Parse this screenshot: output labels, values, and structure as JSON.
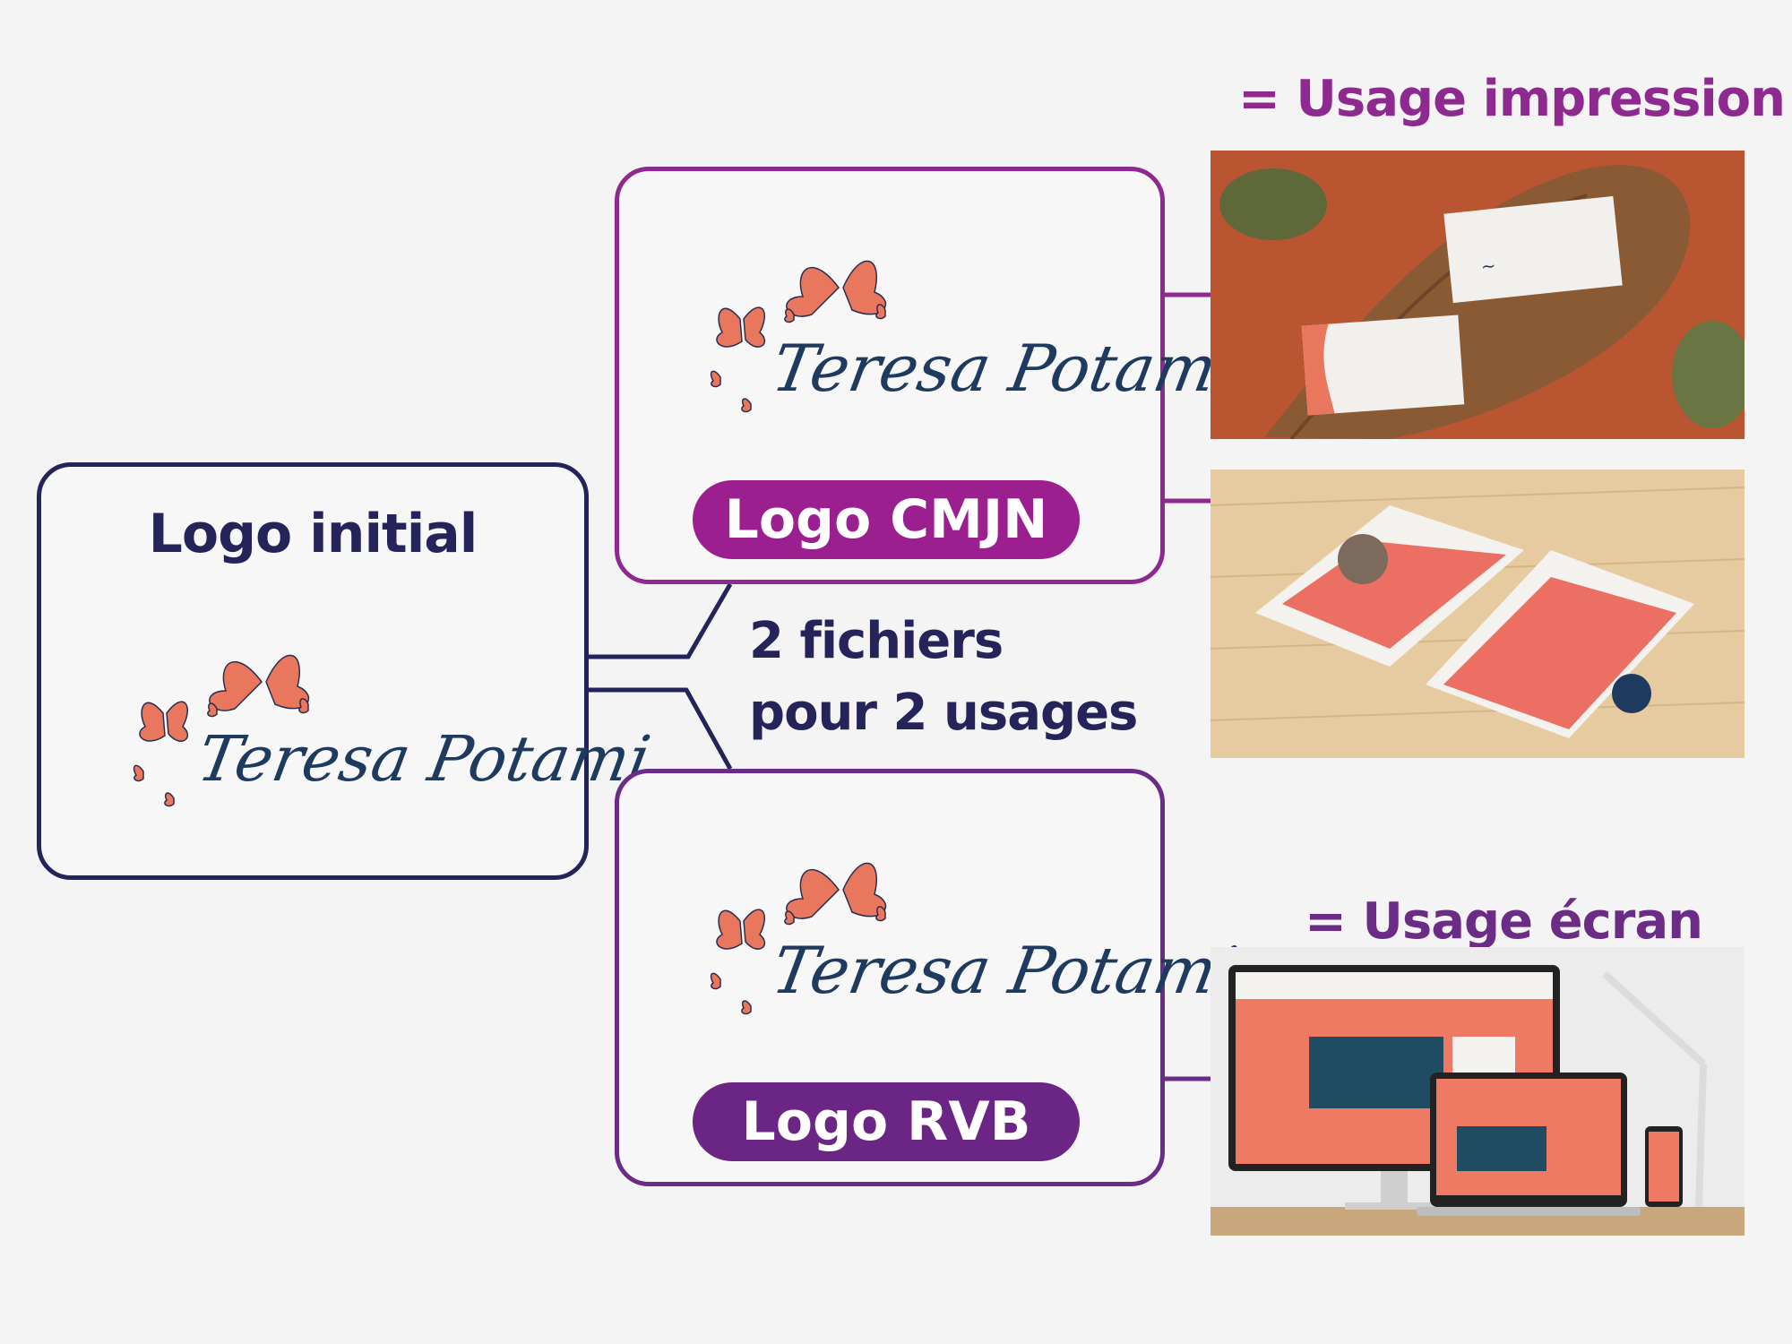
{
  "initial": {
    "title": "Logo initial"
  },
  "cmjn": {
    "label": "Logo CMJN"
  },
  "rvb": {
    "label": "Logo RVB"
  },
  "middle": {
    "line1": "2 fichiers",
    "line2": "pour 2 usages"
  },
  "usage_print": "= Usage impression",
  "usage_screen": "= Usage écran",
  "logo": {
    "name": "Teresa Potami"
  },
  "colors": {
    "navy": "#25245a",
    "purple_print": "#8e2a8f",
    "purple_screen": "#6b2c86",
    "butterfly": "#e8775e",
    "script": "#1f3a5f"
  }
}
